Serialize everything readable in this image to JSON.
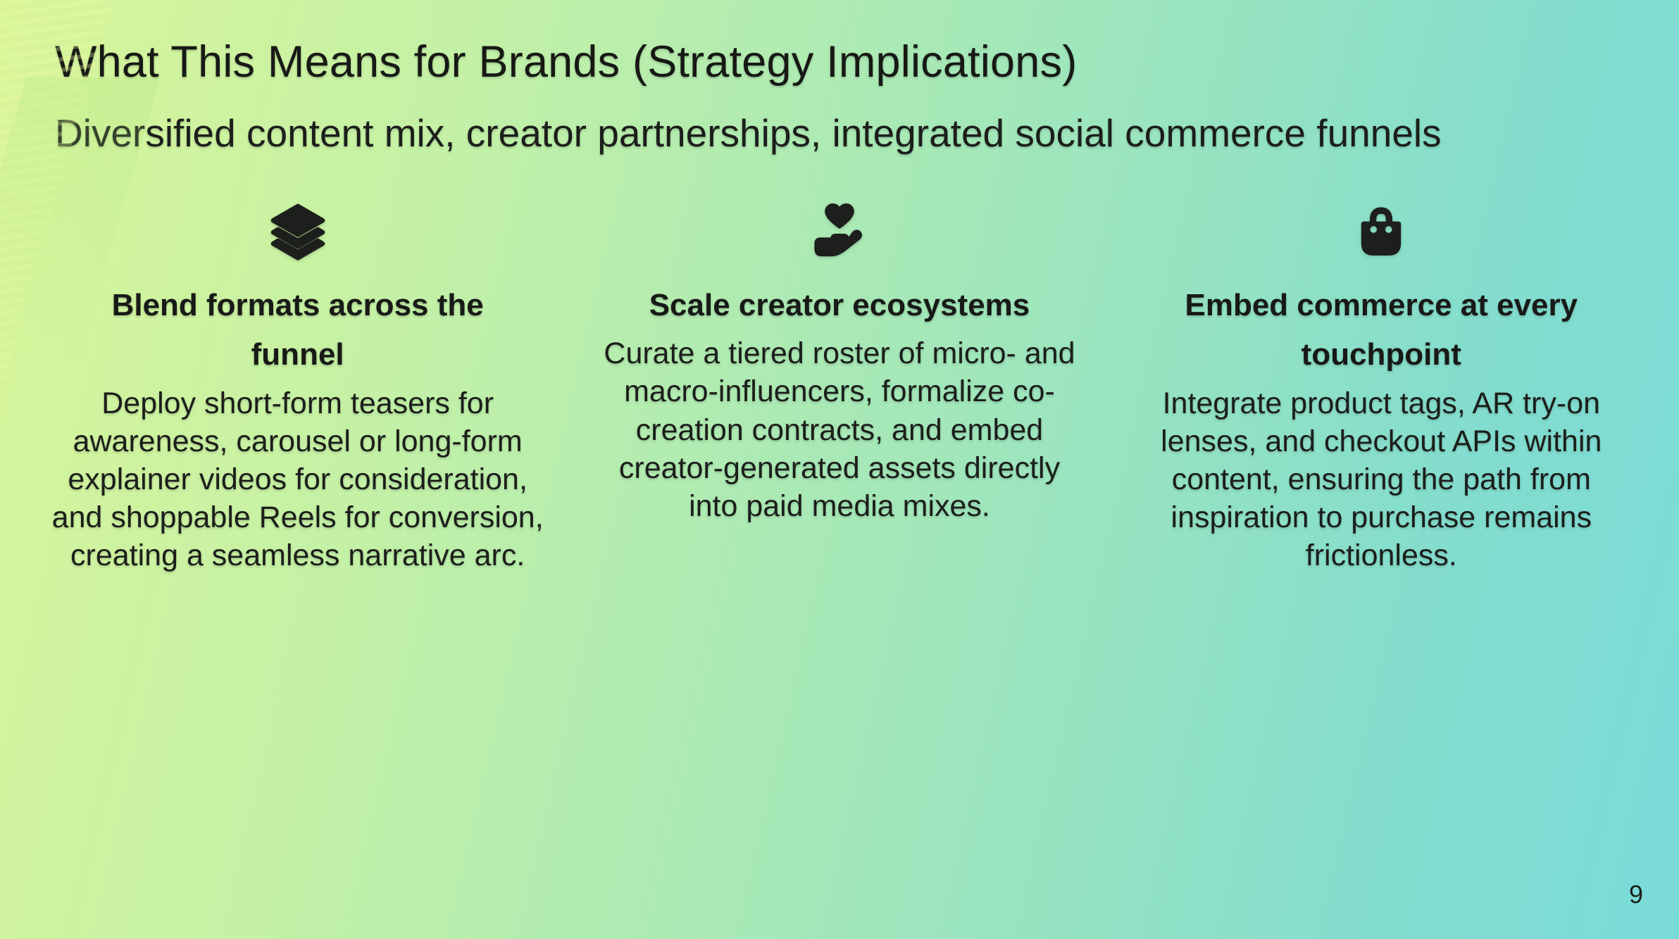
{
  "slide": {
    "title": "What This Means for Brands (Strategy Implications)",
    "subtitle": "Diversified content mix, creator partnerships, integrated social commerce funnels",
    "page_number": "9",
    "colors": {
      "background_start": "#d9f59a",
      "background_end": "#79dbd9",
      "text": "#1c1e1b",
      "icon": "#1d1f1c"
    },
    "columns": [
      {
        "icon": "layers-icon",
        "heading": "Blend formats across the funnel",
        "body": "Deploy short-form teasers for awareness, carousel or long-form explainer videos for consideration, and shoppable Reels for conversion, creating a seamless narrative arc."
      },
      {
        "icon": "hand-holding-heart-icon",
        "heading": "Scale creator ecosystems",
        "body": "Curate a tiered roster of micro- and macro-influencers, formalize co-creation contracts, and embed creator-generated assets directly into paid media mixes."
      },
      {
        "icon": "shopping-bag-icon",
        "heading": "Embed commerce at every touchpoint",
        "body": "Integrate product tags, AR try-on lenses, and checkout APIs within content, ensuring the path from inspiration to purchase remains frictionless."
      }
    ]
  }
}
